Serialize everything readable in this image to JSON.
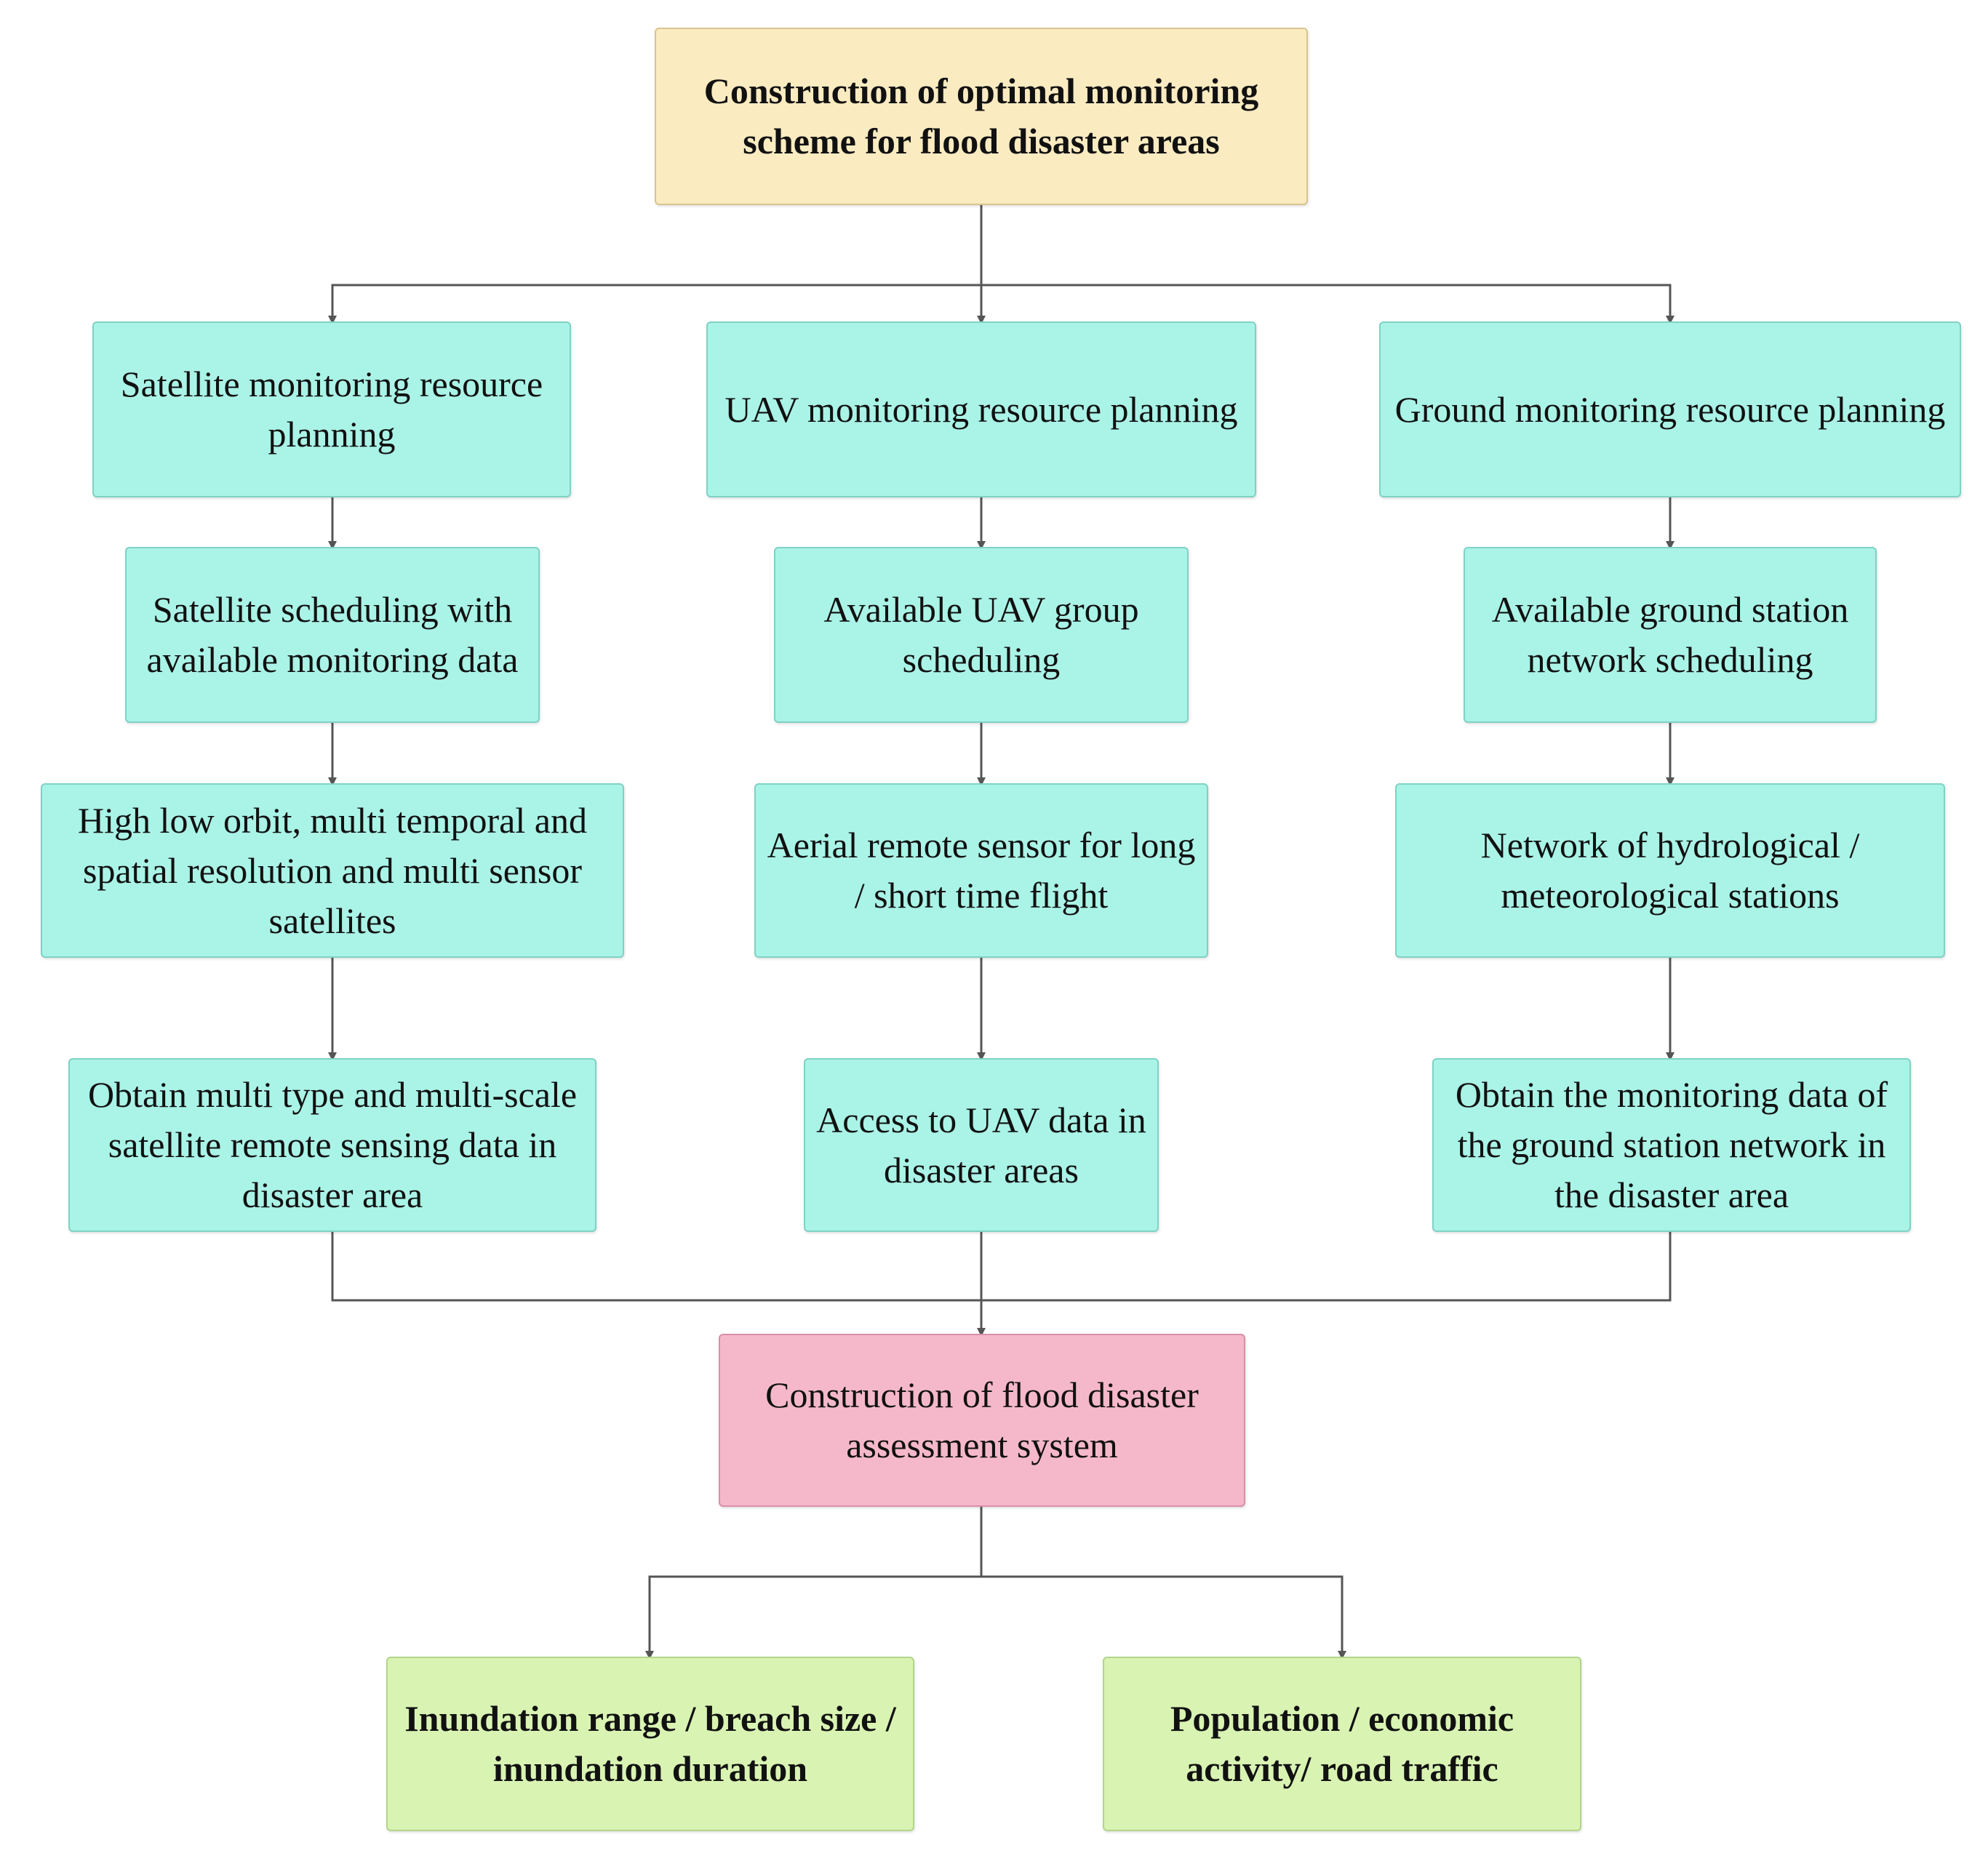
{
  "root": "Construction of optimal monitoring scheme for flood disaster areas",
  "branches": [
    {
      "planning": "Satellite monitoring resource planning",
      "scheduling": "Satellite scheduling with available monitoring data",
      "sensors": "High low orbit, multi temporal and spatial resolution and multi sensor satellites",
      "data": "Obtain multi type and multi-scale satellite remote sensing data in disaster area"
    },
    {
      "planning": "UAV monitoring resource planning",
      "scheduling": "Available UAV group scheduling",
      "sensors": "Aerial remote sensor for long / short time flight",
      "data": "Access to UAV data in disaster areas"
    },
    {
      "planning": "Ground monitoring resource planning",
      "scheduling": "Available ground station network scheduling",
      "sensors": "Network of hydrological / meteorological stations",
      "data": "Obtain the monitoring data of the ground station network in the disaster area"
    }
  ],
  "assessment": "Construction of flood disaster assessment system",
  "outputs": [
    "Inundation range / breach size / inundation duration",
    "Population / economic activity/ road traffic"
  ],
  "colors": {
    "root_fill": "#fbebc1",
    "step_fill": "#aaf3e7",
    "assessment_fill": "#f5b8cb",
    "output_fill": "#d9f3b3",
    "connector": "#555555"
  }
}
